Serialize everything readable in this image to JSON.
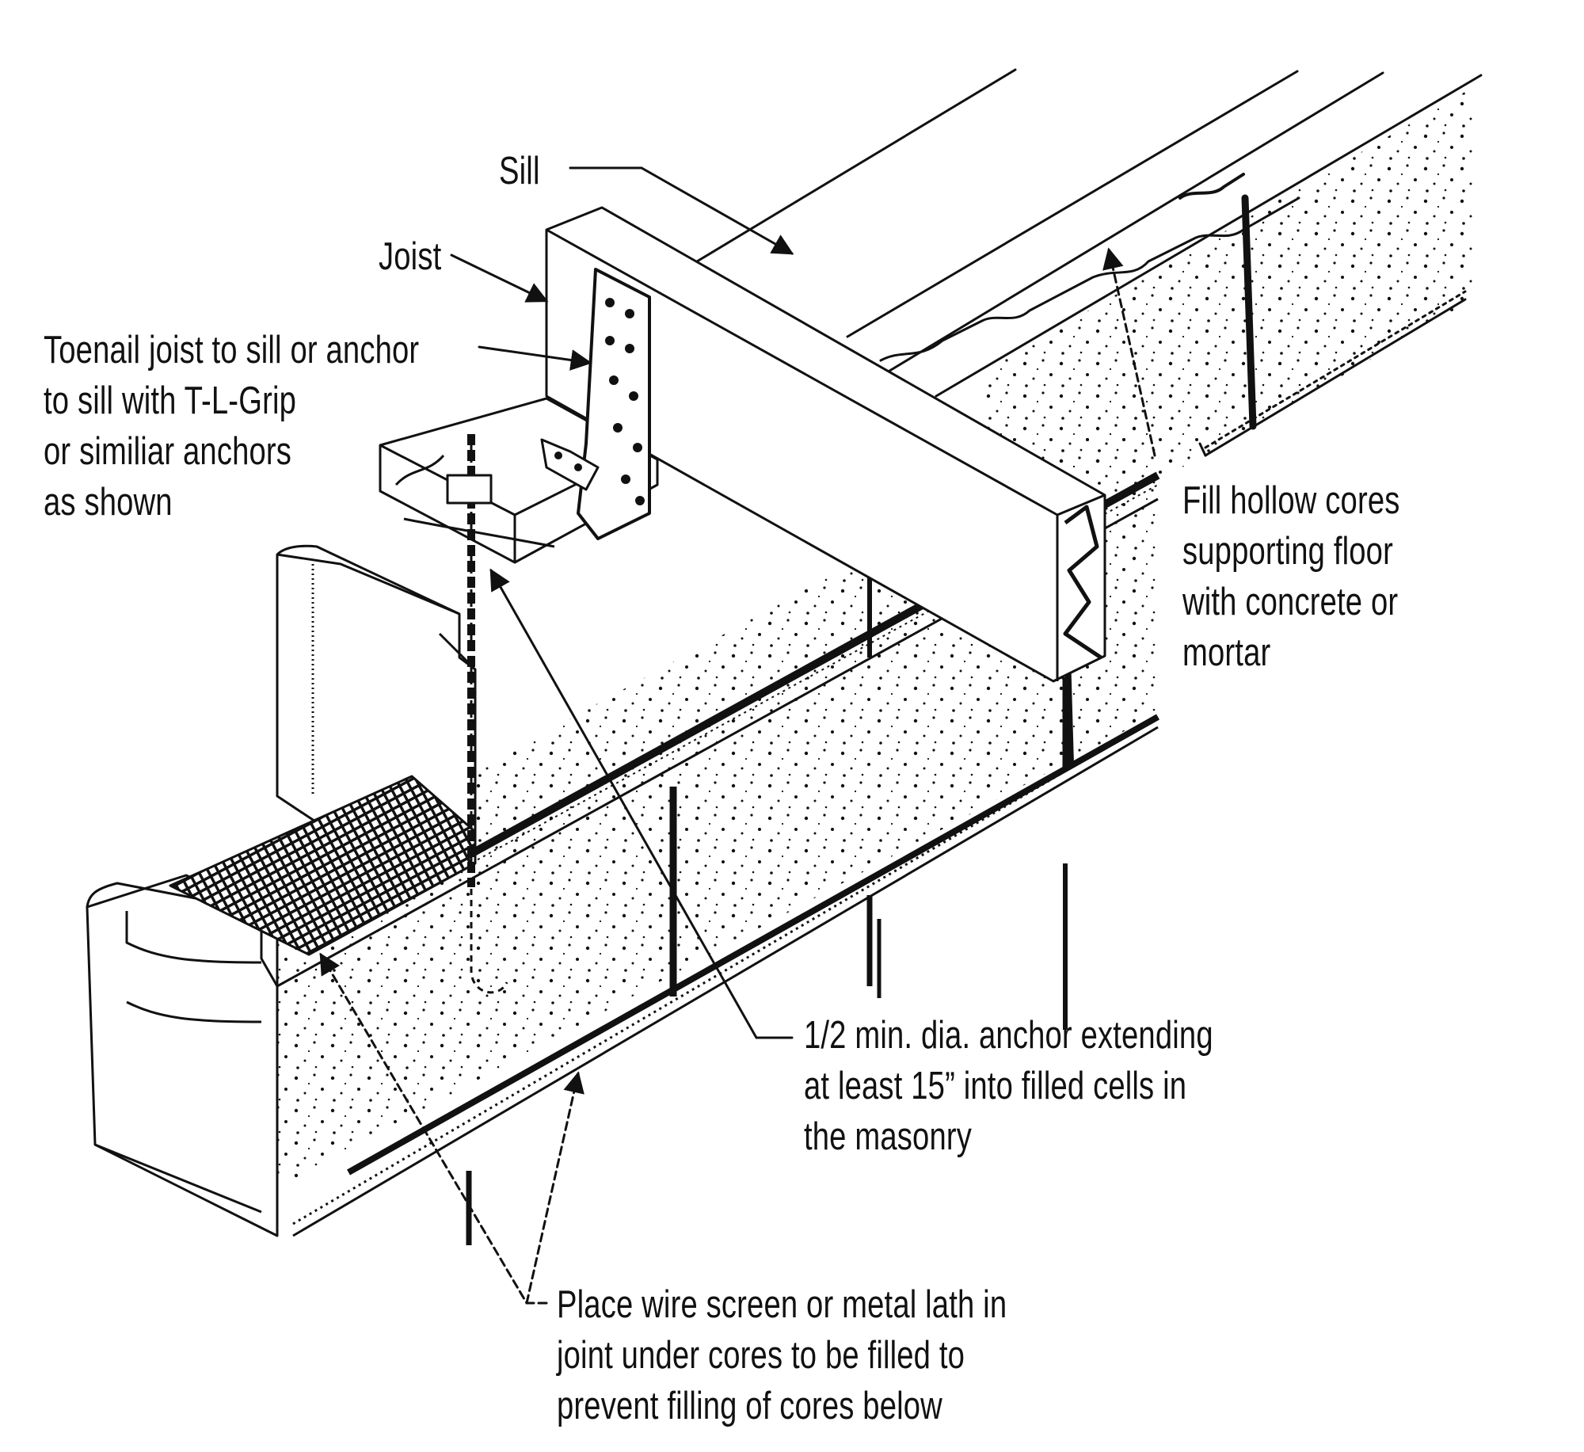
{
  "labels": {
    "sill": "Sill",
    "joist": "Joist",
    "toenail": [
      "Toenail joist to sill or anchor",
      "to sill with T-L-Grip",
      "or similiar anchors",
      "as shown"
    ],
    "fill_cores": [
      "Fill hollow cores",
      "supporting floor",
      "with concrete or",
      "mortar"
    ],
    "anchor": [
      "1/2 min. dia. anchor extending",
      "at least 15” into filled cells in",
      "the masonry"
    ],
    "wire_screen": [
      "Place wire screen or metal lath in",
      "joint under cores to be filled to",
      "prevent filling of cores below"
    ]
  },
  "colors": {
    "ink": "#111111",
    "paper": "#ffffff"
  }
}
